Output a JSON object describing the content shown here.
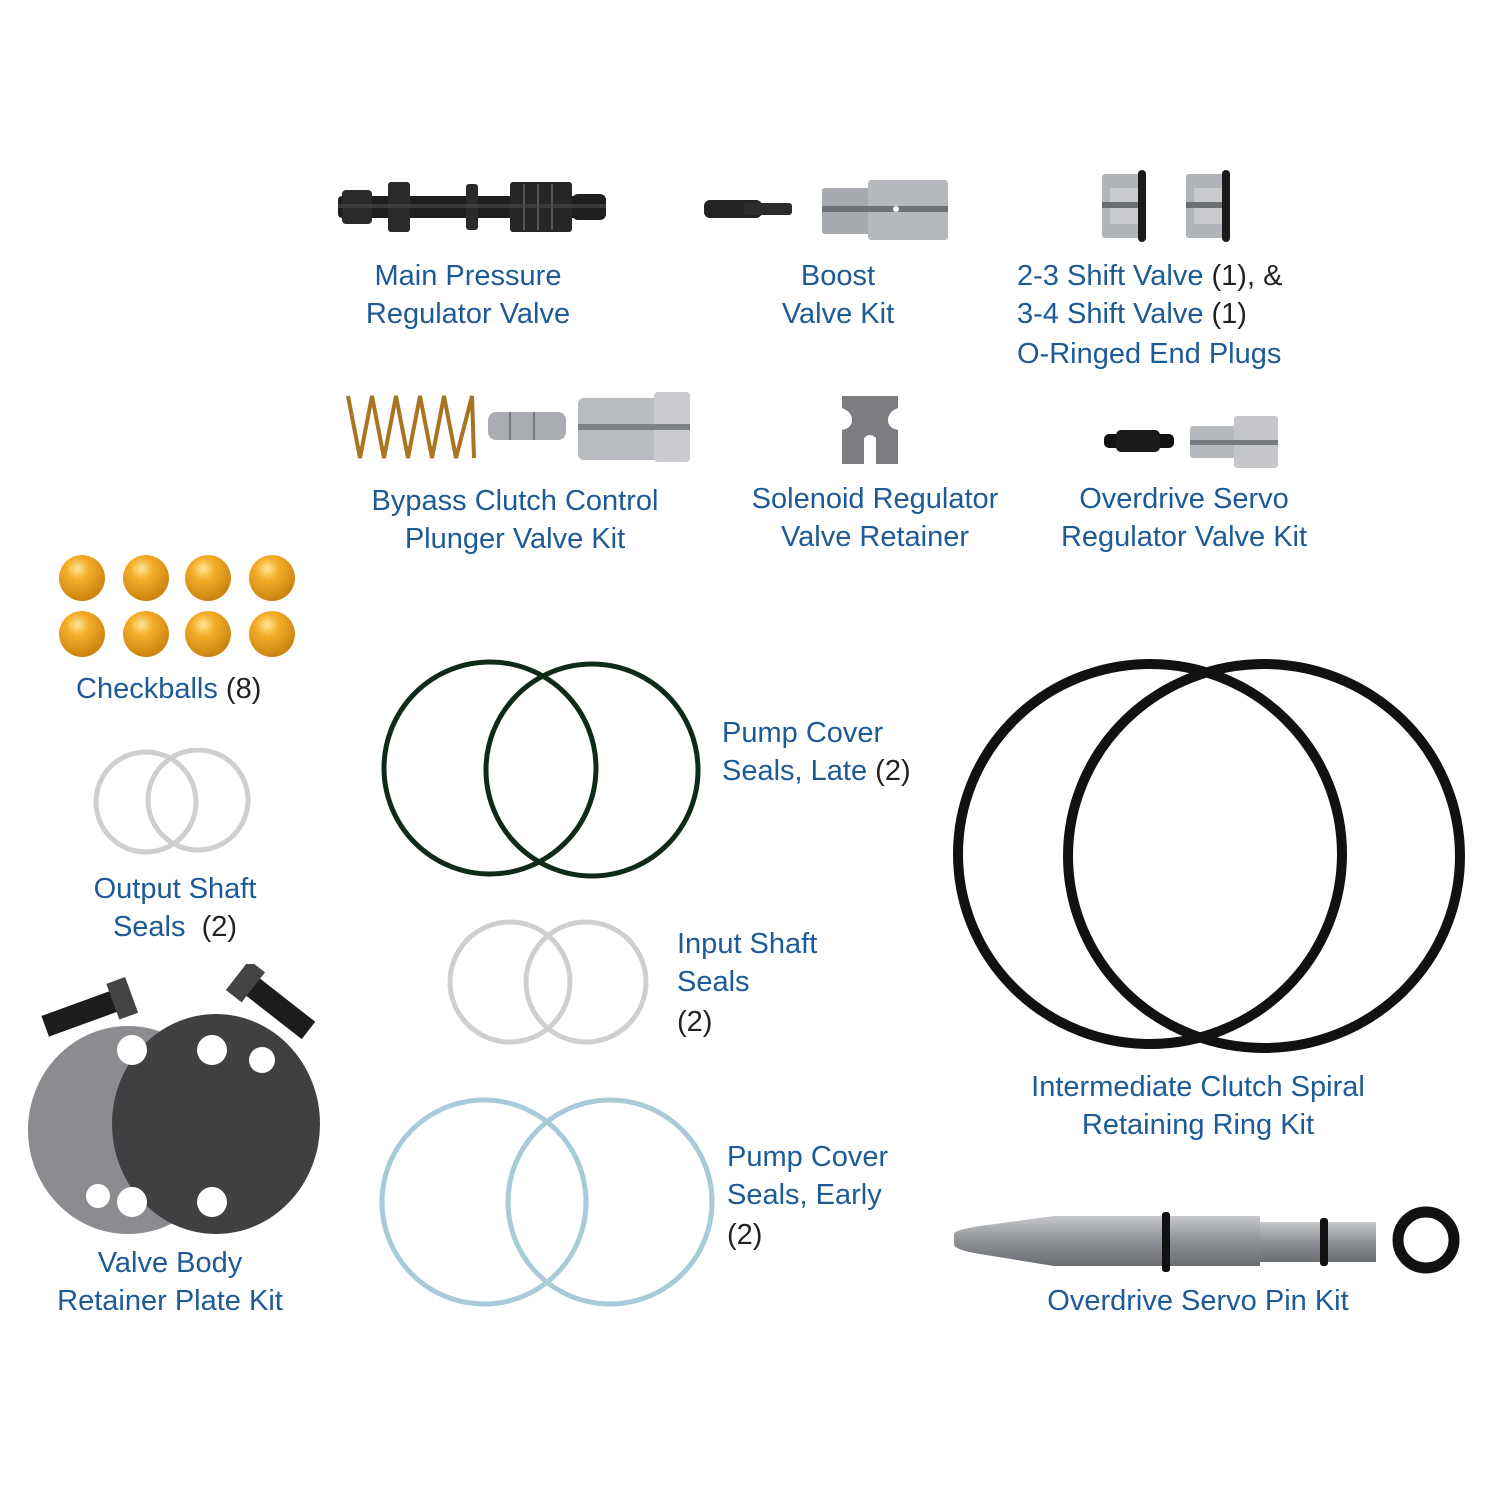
{
  "colors": {
    "label_blue": "#1d5a96",
    "qty_black": "#222222",
    "checkball_orange": "#f0a420",
    "spring_bronze": "#a8741f",
    "late_seal_green": "#0f2a18",
    "early_seal_blue": "#a9cbd8",
    "clear_seal_grey": "#cfcfcf",
    "ring_black": "#111111"
  },
  "parts": {
    "main_pressure": {
      "line1": "Main Pressure",
      "line2": "Regulator Valve"
    },
    "boost": {
      "line1": "Boost",
      "line2": "Valve Kit"
    },
    "shift_plugs": {
      "line1": "2-3 Shift Valve",
      "qty1": "(1), &",
      "line2": "3-4 Shift Valve",
      "qty2": "(1)",
      "line3": "O-Ringed End Plugs"
    },
    "bypass": {
      "line1": "Bypass Clutch Control",
      "line2": "Plunger Valve Kit"
    },
    "solenoid": {
      "line1": "Solenoid Regulator",
      "line2": "Valve Retainer"
    },
    "od_servo_reg": {
      "line1": "Overdrive Servo",
      "line2": "Regulator Valve Kit"
    },
    "checkballs": {
      "line1": "Checkballs",
      "qty": "(8)"
    },
    "output_shaft": {
      "line1": "Output Shaft",
      "line2": "Seals",
      "qty": "(2)"
    },
    "pump_late": {
      "line1": "Pump Cover",
      "line2": "Seals, Late",
      "qty": "(2)"
    },
    "input_shaft": {
      "line1": "Input Shaft",
      "line2": "Seals",
      "qty": "(2)"
    },
    "intermediate": {
      "line1": "Intermediate Clutch Spiral",
      "line2": "Retaining Ring Kit"
    },
    "pump_early": {
      "line1": "Pump Cover",
      "line2": "Seals, Early",
      "qty": "(2)"
    },
    "valve_body": {
      "line1": "Valve Body",
      "line2": "Retainer Plate Kit"
    },
    "od_servo_pin": {
      "line1": "Overdrive Servo Pin Kit"
    }
  }
}
